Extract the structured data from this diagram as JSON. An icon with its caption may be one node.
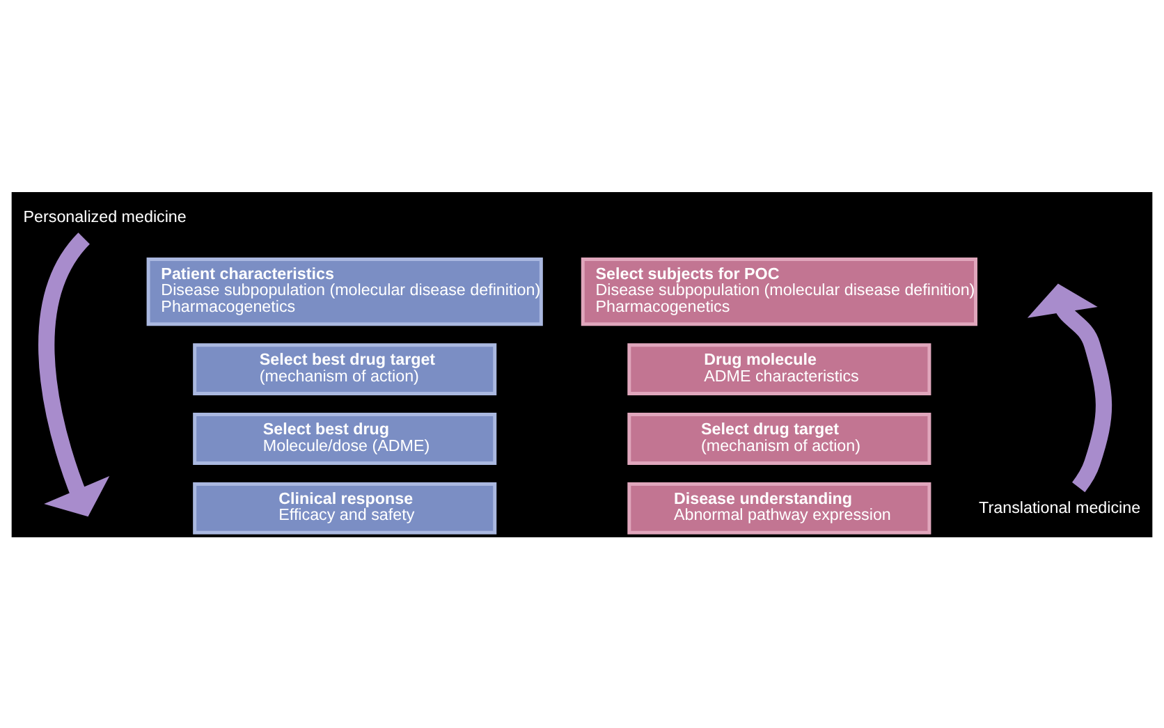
{
  "diagram": {
    "nodes": [
      {
        "text": [
          "Personalized medicine"
        ]
      },
      {
        "text": [
          "Patient characteristics",
          "Disease subpopulation (molecular disease definition)",
          "Pharmacogenetics"
        ]
      },
      {
        "text": [
          "Select best drug target",
          "(mechanism of action)"
        ]
      },
      {
        "text": [
          "Select best drug",
          "Molecule/dose (ADME)"
        ]
      },
      {
        "text": [
          "Clinical response",
          "Efficacy and safety"
        ]
      },
      {
        "text": [
          "Select subjects for POC",
          "Disease subpopulation (molecular disease definition)",
          "Pharmacogenetics"
        ]
      },
      {
        "text": [
          "Drug molecule",
          "ADME characteristics"
        ]
      },
      {
        "text": [
          "Select drug target",
          "(mechanism of action)"
        ]
      },
      {
        "text": [
          "Disease understanding",
          "Abnormal pathway expression"
        ]
      },
      {
        "text": [
          "Translational medicine"
        ]
      }
    ],
    "edges": [
      {
        "from": 0,
        "to": null,
        "arrow": "to"
      },
      {
        "from": 9,
        "to": null,
        "arrow": "to"
      }
    ]
  }
}
